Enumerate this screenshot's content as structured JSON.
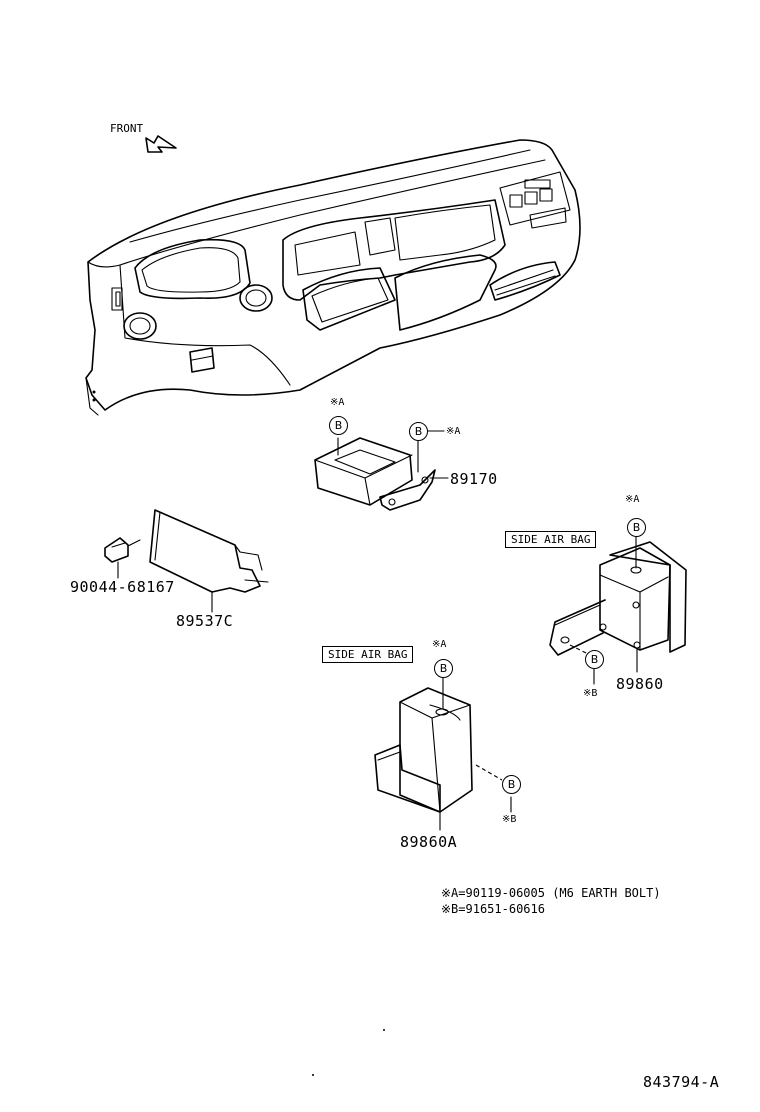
{
  "front_label": "FRONT",
  "markers": {
    "a": "※A",
    "b": "※B",
    "bolt_letter": "B"
  },
  "callouts": {
    "side_air_bag_1": "SIDE AIR BAG",
    "side_air_bag_2": "SIDE AIR BAG"
  },
  "parts": {
    "sensor": "89170",
    "clip": "90044-68167",
    "bracket": "89537C",
    "side_sensor_right": "89860",
    "side_sensor_left": "89860A"
  },
  "notes": {
    "a": "※A=90119-06005 (M6 EARTH BOLT)",
    "b": "※B=91651-60616"
  },
  "diagram_id": "843794-A"
}
